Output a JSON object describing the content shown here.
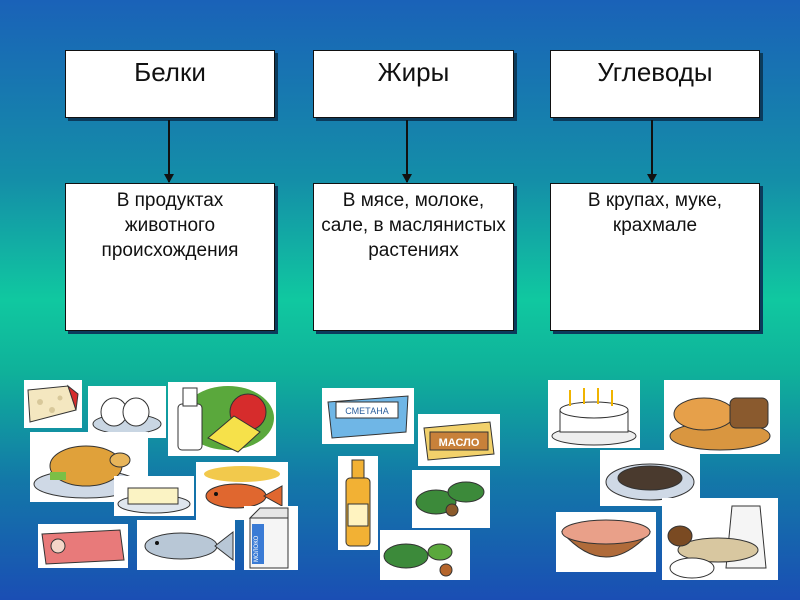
{
  "columns": [
    {
      "heading": "Белки",
      "detail": "В продуктах животного происхождения"
    },
    {
      "heading": "Жиры",
      "detail": "В мясе, молоке, сале, в маслянистых растениях"
    },
    {
      "heading": "Углеводы",
      "detail": "В крупах, муке, крахмале"
    }
  ],
  "food_labels": {
    "smetana": "СМЕТАНА",
    "maslo": "МАСЛО",
    "moloko": "МОЛОКО"
  },
  "icons": {
    "protein_foods": [
      "cheese-icon",
      "eggs-icon",
      "milk-bottle-icon",
      "chicken-icon",
      "butter-icon",
      "fish-icon",
      "meat-icon",
      "milk-carton-icon"
    ],
    "fat_foods": [
      "sour-cream-icon",
      "butter-pack-icon",
      "oil-bottle-icon",
      "hazelnut-icon",
      "nuts-leaves-icon"
    ],
    "carb_foods": [
      "cake-icon",
      "bread-icon",
      "buckwheat-icon",
      "grains-bowl-icon",
      "flour-jar-icon"
    ]
  }
}
